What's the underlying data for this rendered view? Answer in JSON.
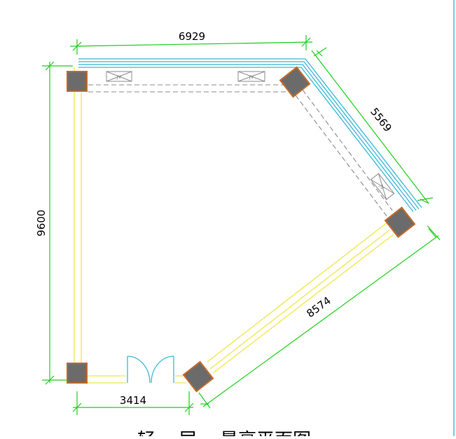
{
  "plan": {
    "colors": {
      "dimension": "#1ecf1e",
      "wall": "#f2e64a",
      "glass": "#39b8d8",
      "beam": "#8c8c8c",
      "column_fill": "#6b6b6b",
      "column_border": "#c46a2a",
      "door": "#39b8d8",
      "caption": "#000000"
    },
    "dimensions": {
      "top": "6929",
      "upper_right": "5569",
      "lower_right": "8574",
      "left": "9600",
      "bottom": "3414"
    },
    "caption": "轻... 层... 景亭平面图",
    "decorative_labels": [
      "JV",
      "JV",
      "JV"
    ]
  }
}
